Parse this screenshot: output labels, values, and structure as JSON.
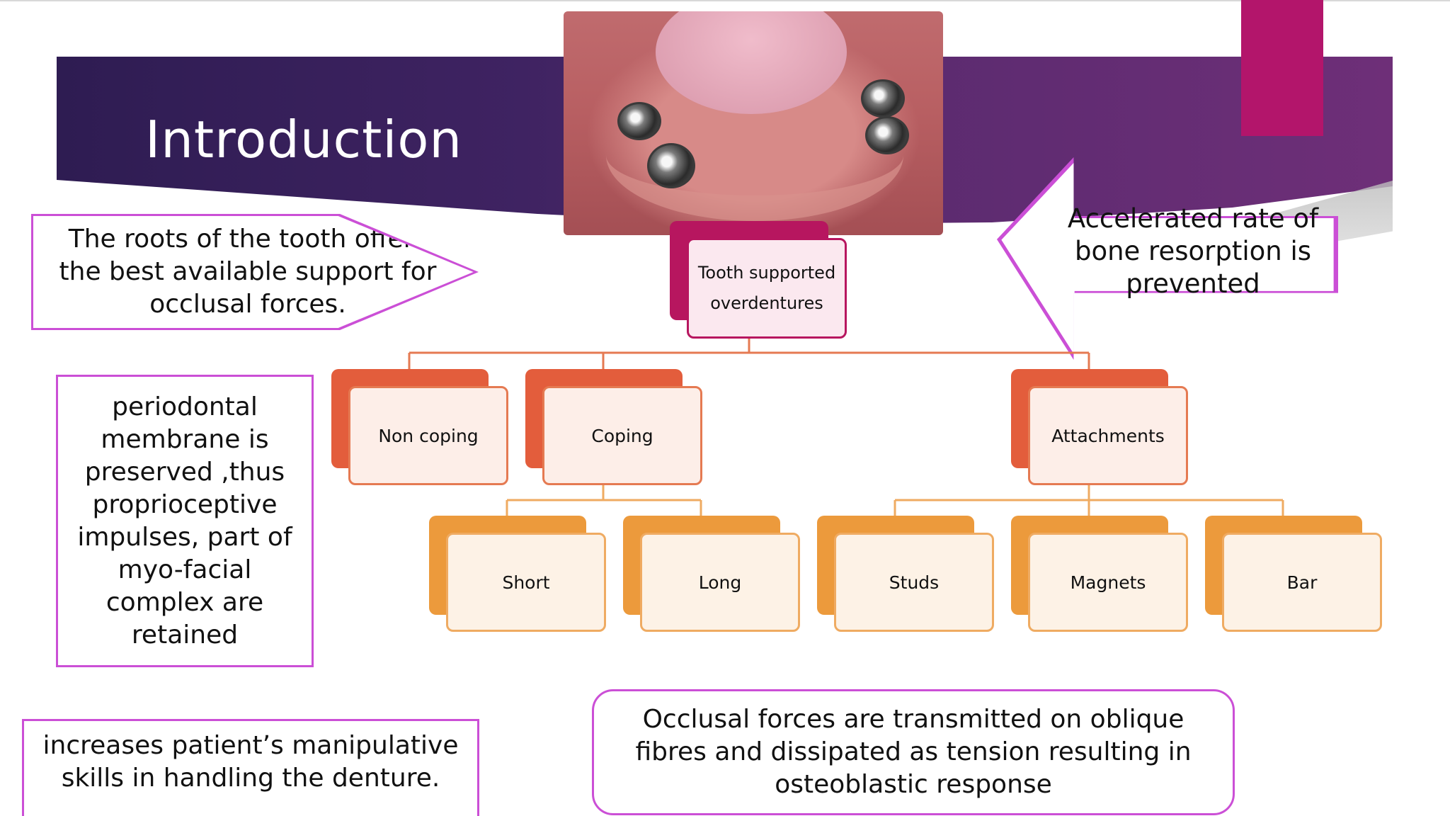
{
  "slide": {
    "title": "Introduction",
    "colors": {
      "banner": "#3f2362",
      "accent": "#b3156b",
      "callout_border": "#cb4fd6"
    }
  },
  "callouts": {
    "roots_support": "The roots of the tooth offers the best available support for occlusal forces.",
    "bone_resorption": "Accelerated rate of bone resorption is prevented",
    "periodontal": "periodontal membrane is preserved ,thus proprioceptive impulses, part of myo-facial complex are retained",
    "manipulative": "increases patient’s manipulative skills in handling the denture.",
    "occlusal_forces": "Occlusal forces are transmitted on oblique fibres and dissipated as tension resulting in osteoblastic response"
  },
  "hierarchy": {
    "root": "Tooth supported overdentures",
    "level1": [
      "Non coping",
      "Coping",
      "Attachments"
    ],
    "coping_children": [
      "Short",
      "Long"
    ],
    "attachment_children": [
      "Studs",
      "Magnets",
      "Bar"
    ],
    "colors": {
      "root": "#b7165f",
      "level1": "#e35d3c",
      "level2": "#ec9a3c"
    }
  }
}
